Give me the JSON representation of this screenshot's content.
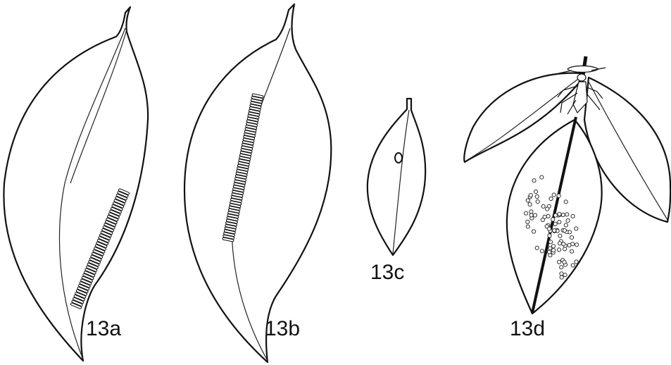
{
  "figure": {
    "panels": [
      {
        "id": "a",
        "label": "13a"
      },
      {
        "id": "b",
        "label": "13b"
      },
      {
        "id": "c",
        "label": "13c"
      },
      {
        "id": "d",
        "label": "13d"
      }
    ]
  },
  "colors": {
    "ink": "#111111",
    "paper": "#ffffff"
  }
}
